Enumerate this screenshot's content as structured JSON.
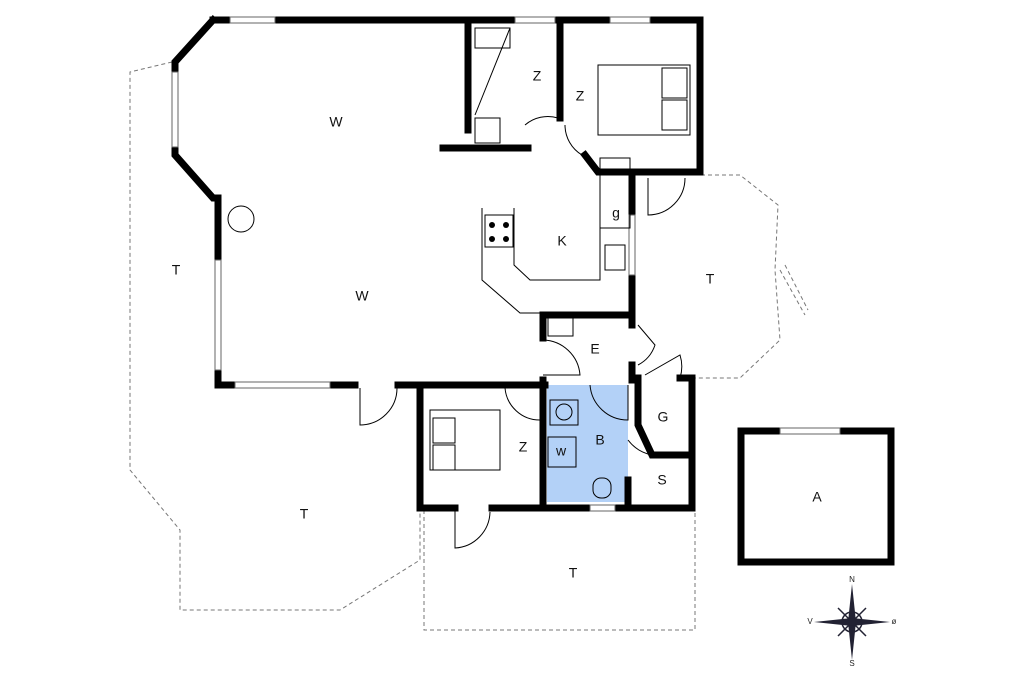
{
  "rooms": {
    "living_1": "W",
    "living_2": "W",
    "bedroom_top_left": "Z",
    "bedroom_top_right": "Z",
    "bedroom_bottom": "Z",
    "kitchen": "K",
    "kitchen_g": "g",
    "entry": "E",
    "bathroom": "B",
    "toilet_w": "w",
    "room_g": "G",
    "storage": "S",
    "annex": "A",
    "terrace_west": "T",
    "terrace_east": "T",
    "terrace_southwest": "T",
    "terrace_south": "T"
  },
  "compass": {
    "north": "N",
    "west": "V",
    "east": "ø",
    "south": "S"
  },
  "colors": {
    "bathroom": "#b3d1f7",
    "wall": "#000000"
  }
}
